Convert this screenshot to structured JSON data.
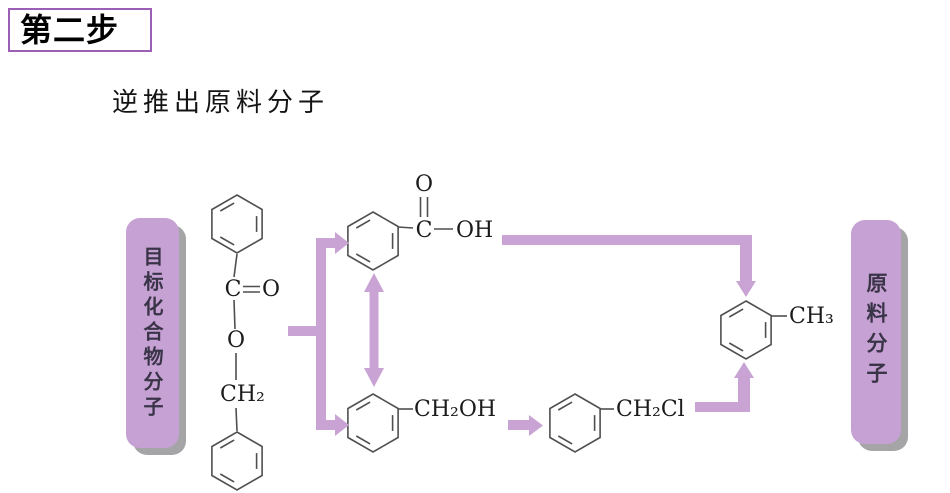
{
  "title": {
    "label": "第二步"
  },
  "subtitle": {
    "text": "逆推出原料分子"
  },
  "boxes": {
    "left": {
      "label": "目标化合物分子"
    },
    "right": {
      "label": "原料分子"
    }
  },
  "molecules": {
    "ester": {
      "c": "C",
      "o_carbonyl": "O",
      "o_ester": "O",
      "ch2": "CH₂"
    },
    "benzoic_acid": {
      "o": "O",
      "c": "C",
      "oh": "OH"
    },
    "benzyl_alcohol": {
      "label": "CH₂OH"
    },
    "benzyl_chloride": {
      "label": "CH₂Cl"
    },
    "toluene": {
      "label": "CH₃"
    }
  },
  "colors": {
    "arrow": "#c9a3d4",
    "box_fill": "#c6a1d3",
    "box_shadow": "#a5a5a7",
    "box_text": "#3a3448",
    "title_border": "#9b5fb5",
    "bond": "#4f4f4f",
    "chem_text": "#1b1b1b"
  }
}
